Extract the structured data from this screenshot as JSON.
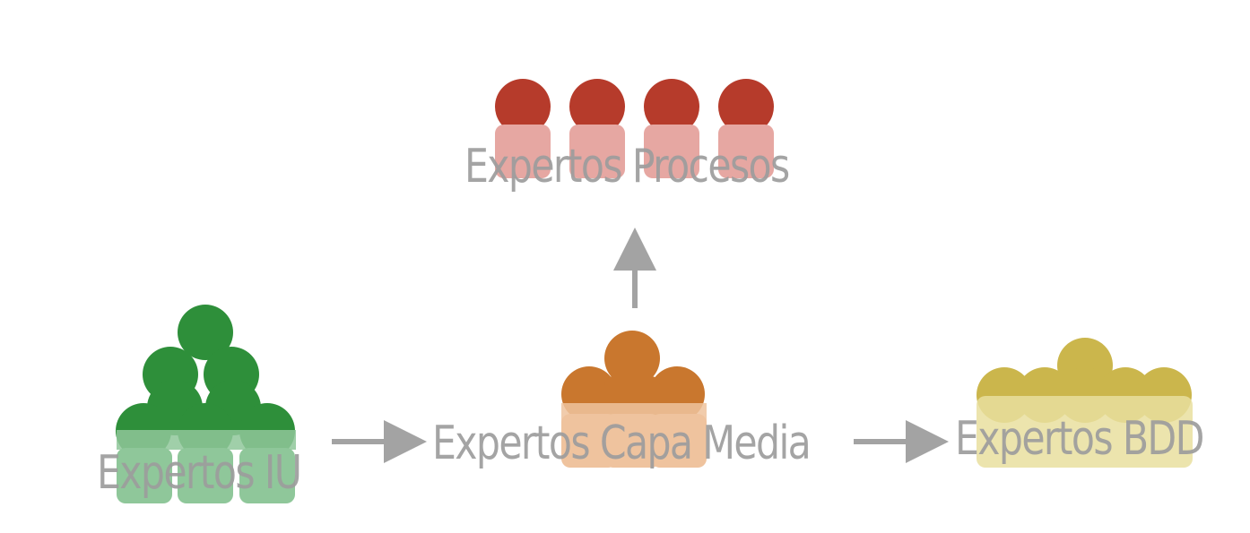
{
  "diagram": {
    "groups": [
      {
        "id": "procesos",
        "label": "Expertos Procesos",
        "color": "#b63b2b",
        "body_color": "#e6a7a2"
      },
      {
        "id": "iu",
        "label": "Expertos IU",
        "color": "#2e8f3a",
        "body_color": "#8fc79a"
      },
      {
        "id": "capa_media",
        "label": "Expertos Capa Media",
        "color": "#c9772e",
        "body_color": "#efc39e"
      },
      {
        "id": "bdd",
        "label": "Expertos BDD",
        "color": "#cbb64c",
        "body_color": "#e9df9f"
      }
    ],
    "arrows": [
      {
        "from": "iu",
        "to": "capa_media"
      },
      {
        "from": "capa_media",
        "to": "bdd"
      },
      {
        "from": "capa_media",
        "to": "procesos"
      }
    ],
    "arrow_color": "#a3a3a3"
  }
}
